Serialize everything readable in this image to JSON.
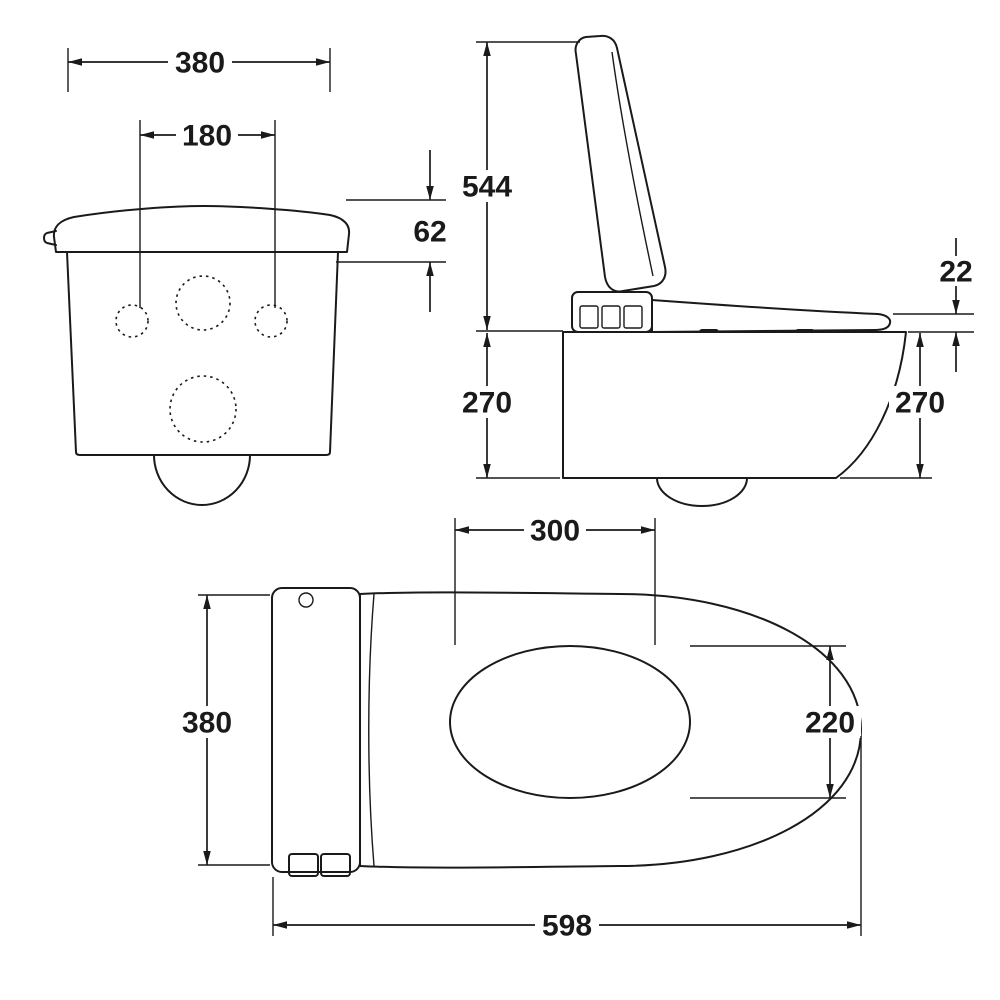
{
  "colors": {
    "line": "#1a1a1a",
    "background": "#ffffff"
  },
  "views": {
    "front": {
      "dims": {
        "overall_width": "380",
        "fixing_spacing": "180",
        "lid_height": "62"
      }
    },
    "side": {
      "dims": {
        "height_lid_open": "544",
        "seat_thickness": "22",
        "body_height_back": "270",
        "body_height_front": "270"
      }
    },
    "top": {
      "dims": {
        "seat_opening_width": "300",
        "overall_width": "380",
        "seat_opening_length": "220",
        "overall_depth": "598"
      }
    }
  }
}
